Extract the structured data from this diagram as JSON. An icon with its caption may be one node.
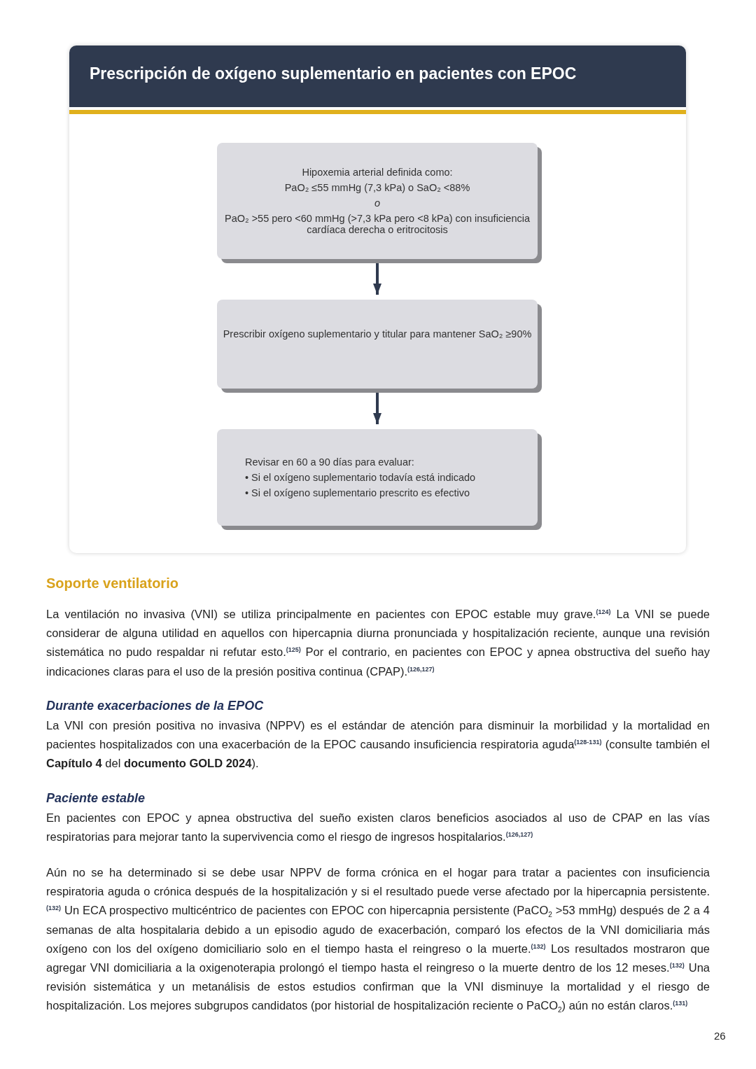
{
  "diagram": {
    "title": "Prescripción de oxígeno suplementario en pacientes con EPOC",
    "nodes": [
      {
        "text": [
          "Hipoxemia arterial definida como:",
          "PaO₂ ≤55 mmHg (7,3 kPa) o SaO₂ <88%",
          "o",
          "PaO₂ >55 pero <60 mmHg (>7,3 kPa pero <8 kPa) con insuficiencia cardíaca derecha o eritrocitosis"
        ]
      },
      {
        "text": [
          "Prescribir oxígeno suplementario y titular para mantener SaO₂ ≥90%"
        ]
      },
      {
        "text": [
          "Revisar en 60 a 90 días para evaluar:",
          "• Si el oxígeno suplementario todavía está indicado",
          "• Si el oxígeno suplementario prescrito es efectivo"
        ]
      }
    ],
    "edges": [
      {
        "from": 0,
        "to": 1,
        "arrow": "to"
      },
      {
        "from": 1,
        "to": 2,
        "arrow": "to"
      }
    ],
    "labels": [
      "Soporte ventilatorio",
      "La ventilación no invasiva (VNI) se utiliza principalmente en pacientes con EPOC estable muy grave.$^{(124)}$ La VNI se puede considerar de alguna utilidad en aquellos con hipercapnia diurna pronunciada y hospitalización reciente, aunque una revisión sistemática no pudo respaldar ni refutar esto.$^{(125)}$ Por el contrario, en pacientes con EPOC y apnea obstructiva del sueño hay indicaciones claras para el uso de la presión positiva continua (CPAP).$^{(126,127)}$",
      "Durante exacerbaciones de la EPOC",
      "La VNI con presión positiva no invasiva (NPPV) es el estándar de atención para disminuir la morbilidad y la mortalidad en pacientes hospitalizados con una exacerbación de la EPOC causando insuficiencia respiratoria aguda$^{(128-131)}$ (consulte también el **Capítulo 4** del **documento GOLD 2024**).",
      "Paciente estable",
      "En pacientes con EPOC y apnea obstructiva del sueño existen claros beneficios asociados al uso de CPAP en las vías respiratorias para mejorar tanto la supervivencia como el riesgo de ingresos hospitalarios.$^{(126,127)}$",
      "Aún no se ha determinado si se debe usar NPPV de forma crónica en el hogar para tratar a pacientes con insuficiencia respiratoria aguda o crónica después de la hospitalización y si el resultado puede verse afectado por la hipercapnia persistente.$^{(132)}$ Un ECA prospectivo multicéntrico de pacientes con EPOC con hipercapnia persistente (PaCO$_{2}$ >53 mmHg) después de 2 a 4 semanas de alta hospitalaria debido a un episodio agudo de exacerbación, comparó los efectos de la VNI domiciliaria más oxígeno con los del oxígeno domiciliario solo en el tiempo hasta el reingreso o la muerte.$^{(132)}$ Los resultados mostraron que agregar VNI domiciliaria a la oxigenoterapia prolongó el tiempo hasta el reingreso o la muerte dentro de los 12 meses.$^{(132)}$ Una revisión sistemática y un metanálisis de estos estudios confirman que la VNI disminuye la mortalidad y el riesgo de hospitalización. Los mejores subgrupos candidatos (por historial de hospitalización reciente o PaCO$_{2}$) aún no están claros.$^{(131)}$",
      "26"
    ]
  }
}
